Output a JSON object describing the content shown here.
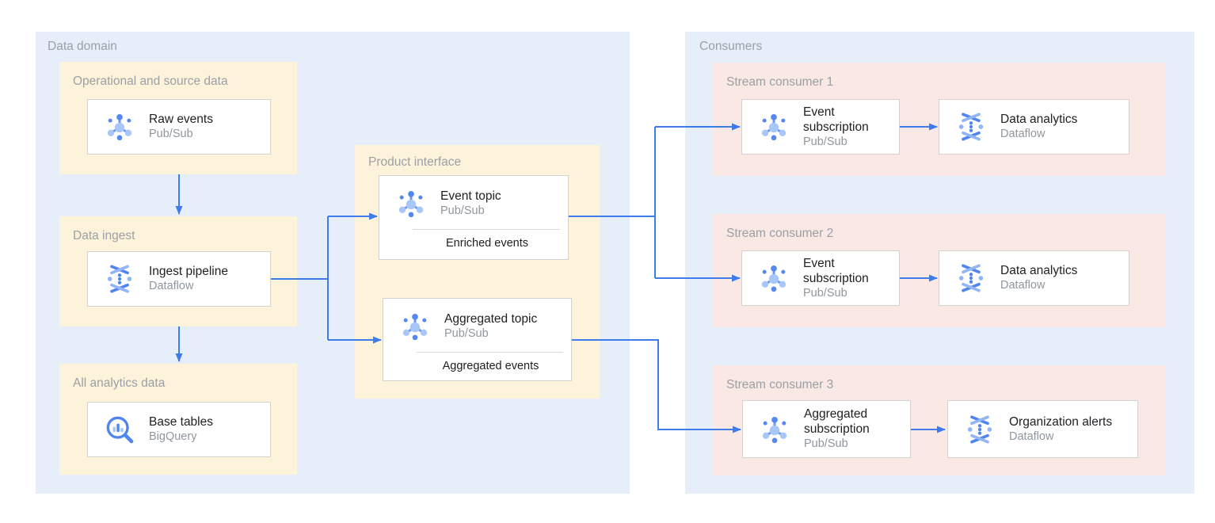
{
  "colors": {
    "region_blue": "#e6eefa",
    "group_yellow": "#fcf3da",
    "consumer_pink": "#f9e8e4",
    "arrow_blue": "#3e7cec",
    "icon_blue_dark": "#5588ee",
    "icon_blue_light": "#a9c6f8",
    "label_gray": "#9aa0a6",
    "title_dark": "#202124"
  },
  "data_domain": {
    "label": "Data domain",
    "operational": {
      "label": "Operational and source data",
      "card": {
        "title": "Raw events",
        "subtitle": "Pub/Sub",
        "icon": "pubsub-icon"
      }
    },
    "ingest": {
      "label": "Data ingest",
      "card": {
        "title": "Ingest pipeline",
        "subtitle": "Dataflow",
        "icon": "dataflow-icon"
      }
    },
    "analytics": {
      "label": "All analytics data",
      "card": {
        "title": "Base tables",
        "subtitle": "BigQuery",
        "icon": "bigquery-icon"
      }
    },
    "product_interface": {
      "label": "Product interface",
      "event_topic": {
        "title": "Event topic",
        "subtitle": "Pub/Sub",
        "icon": "pubsub-icon",
        "note": "Enriched events"
      },
      "aggregated_topic": {
        "title": "Aggregated topic",
        "subtitle": "Pub/Sub",
        "icon": "pubsub-icon",
        "note": "Aggregated events"
      }
    }
  },
  "consumers": {
    "label": "Consumers",
    "rows": [
      {
        "label": "Stream consumer 1",
        "subscription": {
          "title": "Event subscription",
          "subtitle": "Pub/Sub",
          "icon": "pubsub-icon"
        },
        "processor": {
          "title": "Data analytics",
          "subtitle": "Dataflow",
          "icon": "dataflow-icon"
        }
      },
      {
        "label": "Stream consumer 2",
        "subscription": {
          "title": "Event subscription",
          "subtitle": "Pub/Sub",
          "icon": "pubsub-icon"
        },
        "processor": {
          "title": "Data analytics",
          "subtitle": "Dataflow",
          "icon": "dataflow-icon"
        }
      },
      {
        "label": "Stream consumer 3",
        "subscription": {
          "title": "Aggregated subscription",
          "subtitle": "Pub/Sub",
          "icon": "pubsub-icon"
        },
        "processor": {
          "title": "Organization alerts",
          "subtitle": "Dataflow",
          "icon": "dataflow-icon"
        }
      }
    ]
  }
}
